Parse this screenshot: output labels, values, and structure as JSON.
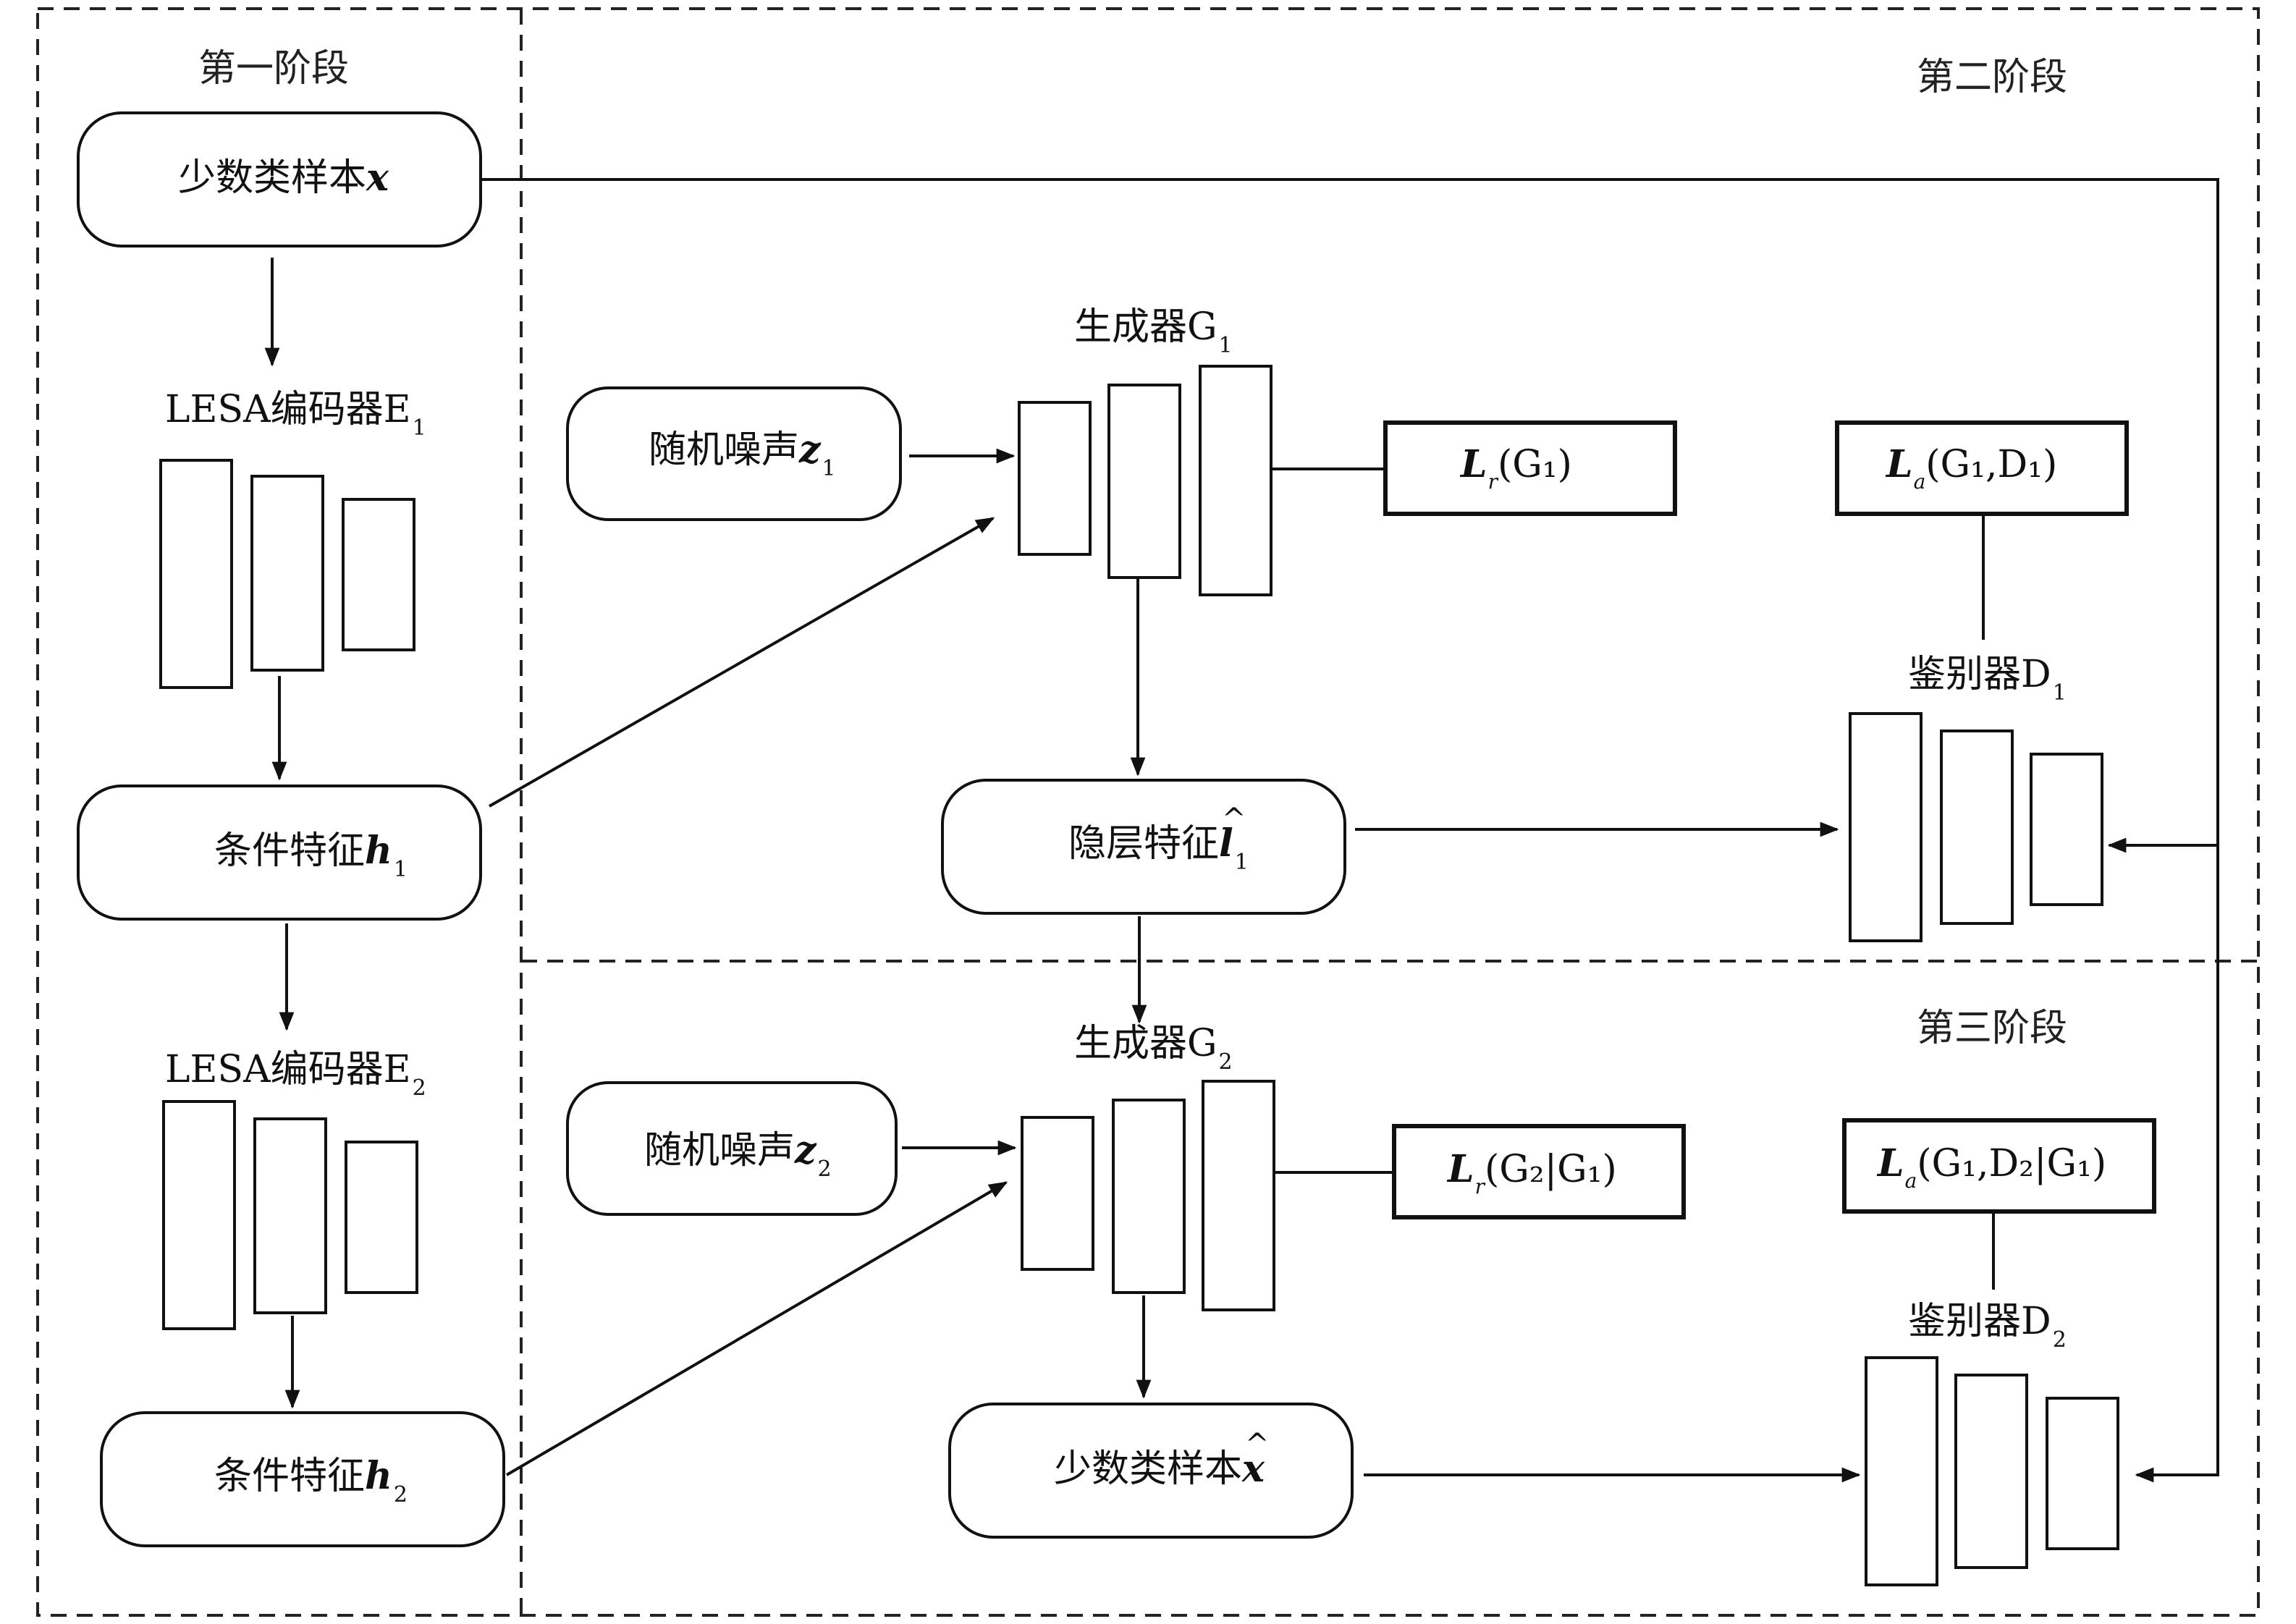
{
  "stages": {
    "stage1": "第一阶段",
    "stage2": "第二阶段",
    "stage3": "第三阶段"
  },
  "nodes": {
    "minority_sample": {
      "text": "少数类样本",
      "var": "x"
    },
    "encoder1": {
      "text": "LESA编码器E",
      "sub": "1"
    },
    "encoder2": {
      "text": "LESA编码器E",
      "sub": "2"
    },
    "cond_feature1": {
      "text": "条件特征",
      "var": "h",
      "sub": "1"
    },
    "cond_feature2": {
      "text": "条件特征",
      "var": "h",
      "sub": "2"
    },
    "noise1": {
      "text": "随机噪声",
      "var": "z",
      "sub": "1"
    },
    "noise2": {
      "text": "随机噪声",
      "var": "z",
      "sub": "2"
    },
    "generator1": {
      "text": "生成器G",
      "sub": "1"
    },
    "generator2": {
      "text": "生成器G",
      "sub": "2"
    },
    "hidden_feature": {
      "text": "隐层特征",
      "var": "l",
      "sub": "1"
    },
    "minority_generated": {
      "text": "少数类样本",
      "var": "x"
    },
    "discriminator1": {
      "text": "鉴别器D",
      "sub": "1"
    },
    "discriminator2": {
      "text": "鉴别器D",
      "sub": "2"
    }
  },
  "losses": {
    "lr_g1": {
      "main": "L",
      "sub": "r",
      "args": "(G₁)"
    },
    "la_g1d1": {
      "main": "L",
      "sub": "a",
      "args": "(G₁,D₁)"
    },
    "lr_g2g1": {
      "main": "L",
      "sub": "r",
      "args": "(G₂|G₁)"
    },
    "la_g1d2g1": {
      "main": "L",
      "sub": "a",
      "args": "(G₁,D₂|G₁)"
    }
  }
}
